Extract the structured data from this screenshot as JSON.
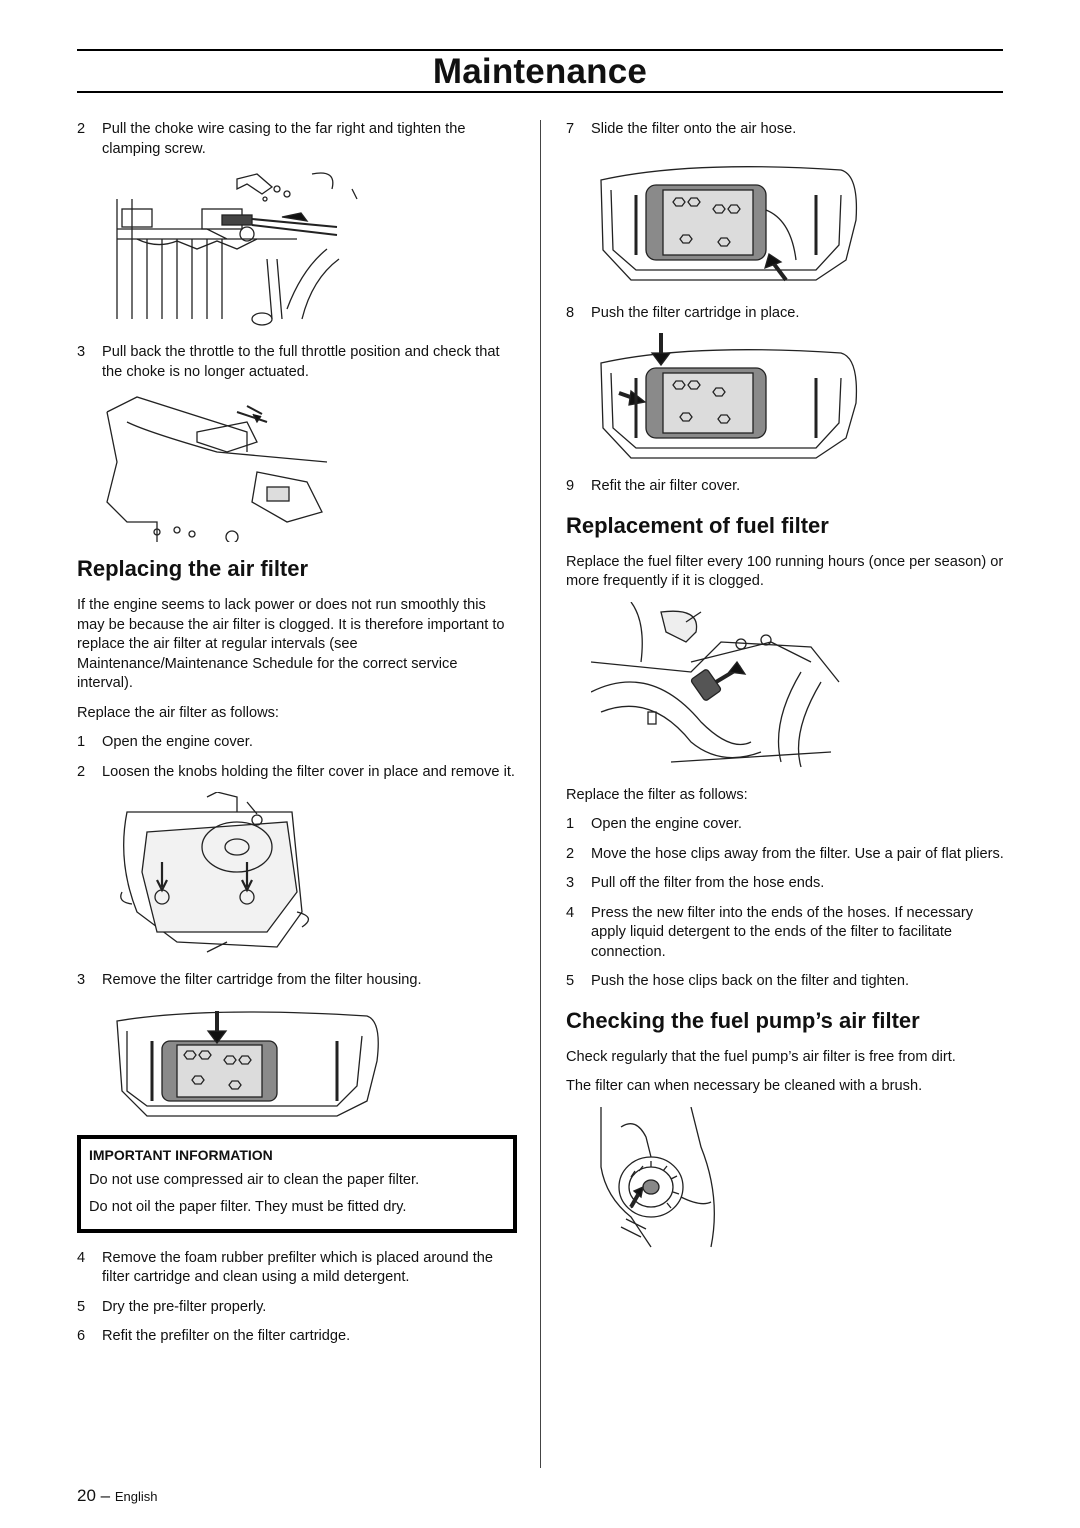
{
  "header": {
    "title": "Maintenance"
  },
  "left": {
    "steps_a": [
      {
        "num": "2",
        "text": "Pull the choke wire casing to the far right and tighten the clamping screw."
      },
      {
        "num": "3",
        "text": "Pull back the throttle to the full throttle position and check that the choke is no longer actuated."
      }
    ],
    "air_filter_heading": "Replacing the air filter",
    "air_filter_intro": "If the engine seems to lack power or does not run smoothly this may be because the air filter is clogged. It is therefore important to replace the air filter at regular intervals (see Maintenance/Maintenance Schedule for the correct service interval).",
    "air_filter_lead": "Replace the air filter as follows:",
    "steps_b": [
      {
        "num": "1",
        "text": "Open the engine cover."
      },
      {
        "num": "2",
        "text": "Loosen the knobs holding the filter cover in place and remove it."
      },
      {
        "num": "3",
        "text": "Remove the filter cartridge from the filter housing."
      }
    ],
    "important": {
      "heading": "IMPORTANT INFORMATION",
      "line1": "Do not use compressed air to clean the paper filter.",
      "line2": "Do not oil the paper filter. They must be fitted dry."
    },
    "steps_c": [
      {
        "num": "4",
        "text": "Remove the foam rubber prefilter which is placed around the filter cartridge and clean using a mild detergent."
      },
      {
        "num": "5",
        "text": "Dry the pre-filter properly."
      },
      {
        "num": "6",
        "text": "Refit the prefilter on the filter cartridge."
      }
    ]
  },
  "right": {
    "steps_a": [
      {
        "num": "7",
        "text": "Slide the filter onto the air hose."
      },
      {
        "num": "8",
        "text": "Push the filter cartridge in place."
      },
      {
        "num": "9",
        "text": "Refit the air filter cover."
      }
    ],
    "fuel_filter_heading": "Replacement of fuel filter",
    "fuel_filter_intro": "Replace the fuel filter every 100 running hours (once per season) or more frequently if it is clogged.",
    "fuel_filter_lead": "Replace the filter as follows:",
    "steps_b": [
      {
        "num": "1",
        "text": "Open the engine cover."
      },
      {
        "num": "2",
        "text": "Move the hose clips away from the filter. Use a pair of flat pliers."
      },
      {
        "num": "3",
        "text": "Pull off the filter from the hose ends."
      },
      {
        "num": "4",
        "text": "Press the new filter into the ends of the hoses. If necessary apply liquid detergent to the ends of the filter to facilitate connection."
      },
      {
        "num": "5",
        "text": "Push the hose clips back on the filter and tighten."
      }
    ],
    "pump_heading": "Checking the fuel pump’s air filter",
    "pump_p1": "Check regularly that the fuel pump’s air filter is free from dirt.",
    "pump_p2": "The filter can when necessary be cleaned with a brush."
  },
  "footer": {
    "page_number": "20",
    "dash": "–",
    "language": "English"
  }
}
